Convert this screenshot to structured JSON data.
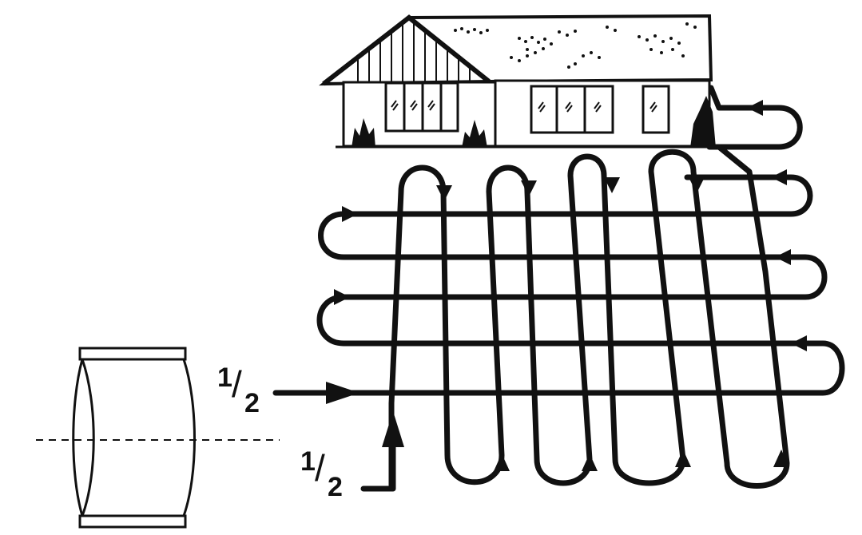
{
  "diagram": {
    "labels": {
      "horizontal_run": {
        "numerator": "1",
        "slash": "/",
        "denominator": "2"
      },
      "vertical_run": {
        "numerator": "1",
        "slash": "/",
        "denominator": "2"
      }
    },
    "colors": {
      "ink": "#111111",
      "paper": "#ffffff",
      "house_wall": "#ffffff"
    },
    "icons": [
      "house-illustration",
      "pipe-coupling-fitting",
      "serpentine-pipe-grid"
    ]
  }
}
